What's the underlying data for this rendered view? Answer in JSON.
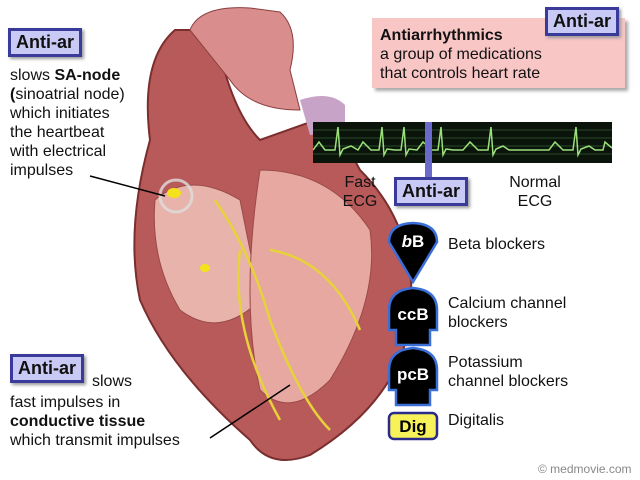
{
  "top_left": {
    "badge": "Anti-ar",
    "lines": [
      "slows ",
      "SA-node",
      "(",
      "sinoatrial node)",
      "which initiates",
      "the heartbeat",
      "with electrical",
      "impulses"
    ]
  },
  "bottom_left": {
    "badge": "Anti-ar",
    "slows": "slows",
    "line1": "fast impulses in",
    "line2": "conductive tissue",
    "line3": "which transmit impulses"
  },
  "definition": {
    "badge": "Anti-ar",
    "title": "Antiarrhythmics",
    "line1": "a group of medications",
    "line2": "that controls heart rate"
  },
  "ecg": {
    "fast": [
      "Fast",
      "ECG"
    ],
    "badge": "Anti-ar",
    "normal": [
      "Normal",
      "ECG"
    ],
    "colors": {
      "bg": "#0a140a",
      "trace": "#9be07a",
      "bar": "#6a6acc"
    }
  },
  "legend": [
    {
      "icon": "bB",
      "label": [
        "Beta blockers"
      ]
    },
    {
      "icon": "ccB",
      "label": [
        "Calcium channel",
        "blockers"
      ]
    },
    {
      "icon": "pcB",
      "label": [
        "Potassium",
        "channel blockers"
      ]
    },
    {
      "icon": "Dig",
      "label": [
        "Digitalis"
      ]
    }
  ],
  "copyright": "© medmovie.com"
}
